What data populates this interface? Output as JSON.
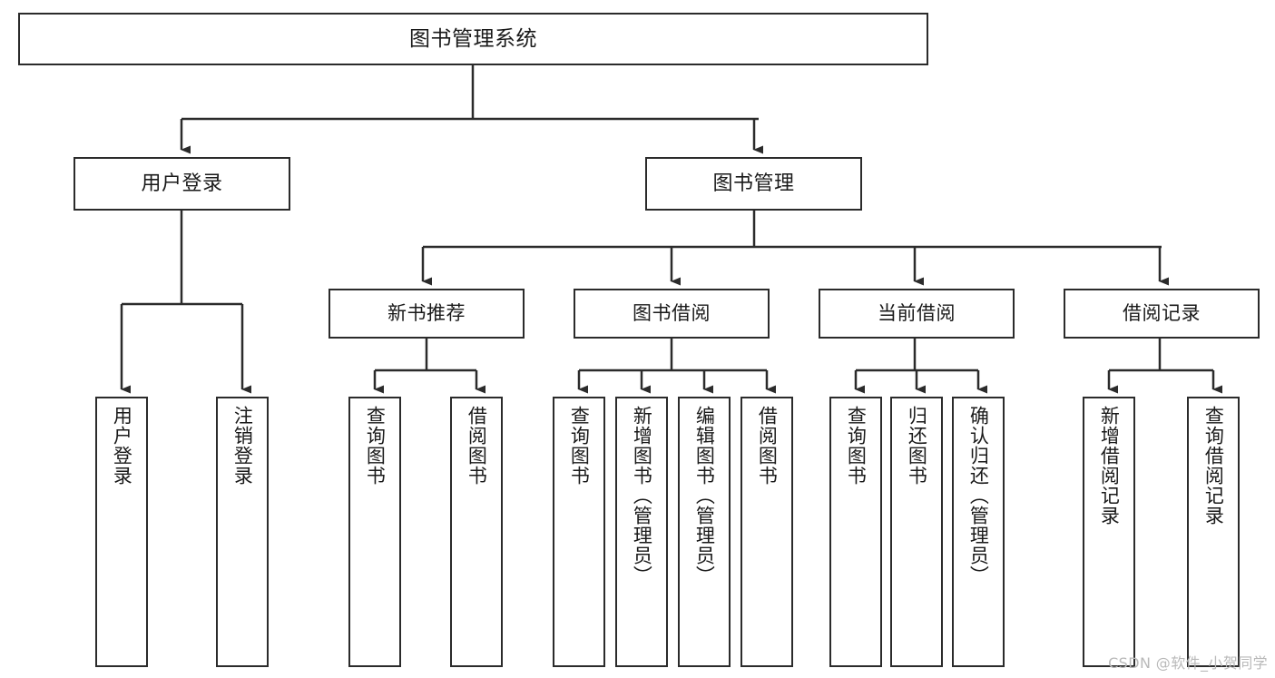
{
  "diagram": {
    "type": "tree-hierarchy",
    "title": "图书管理系统",
    "watermark": "CSDN @软件_小贺同学",
    "colors": {
      "stroke": "#2b2b2b",
      "fill": "#ffffff",
      "text": "#1a1a1a",
      "watermark": "#b9b9b9"
    },
    "levels": {
      "root": {
        "label": "图书管理系统"
      },
      "level2": [
        {
          "id": "user-login",
          "label": "用户登录"
        },
        {
          "id": "book-management",
          "label": "图书管理"
        }
      ],
      "level3": [
        {
          "id": "new-book-recommend",
          "label": "新书推荐",
          "parent": "book-management"
        },
        {
          "id": "book-borrow",
          "label": "图书借阅",
          "parent": "book-management"
        },
        {
          "id": "current-borrow",
          "label": "当前借阅",
          "parent": "book-management"
        },
        {
          "id": "borrow-record",
          "label": "借阅记录",
          "parent": "book-management"
        }
      ],
      "leaves": [
        {
          "id": "leaf-user-login",
          "label": "用户登录",
          "parent": "user-login"
        },
        {
          "id": "leaf-logout",
          "label": "注销登录",
          "parent": "user-login"
        },
        {
          "id": "leaf-query-book-1",
          "label": "查询图书",
          "parent": "new-book-recommend"
        },
        {
          "id": "leaf-borrow-book-1",
          "label": "借阅图书",
          "parent": "new-book-recommend"
        },
        {
          "id": "leaf-query-book-2",
          "label": "查询图书",
          "parent": "book-borrow"
        },
        {
          "id": "leaf-add-book",
          "label": "新增图书（管理员）",
          "parent": "book-borrow"
        },
        {
          "id": "leaf-edit-book",
          "label": "编辑图书（管理员）",
          "parent": "book-borrow"
        },
        {
          "id": "leaf-borrow-book-2",
          "label": "借阅图书",
          "parent": "book-borrow"
        },
        {
          "id": "leaf-query-book-3",
          "label": "查询图书",
          "parent": "current-borrow"
        },
        {
          "id": "leaf-return-book",
          "label": "归还图书",
          "parent": "current-borrow"
        },
        {
          "id": "leaf-confirm-return",
          "label": "确认归还（管理员）",
          "parent": "current-borrow"
        },
        {
          "id": "leaf-add-record",
          "label": "新增借阅记录",
          "parent": "borrow-record"
        },
        {
          "id": "leaf-query-record",
          "label": "查询借阅记录",
          "parent": "borrow-record"
        }
      ]
    }
  }
}
